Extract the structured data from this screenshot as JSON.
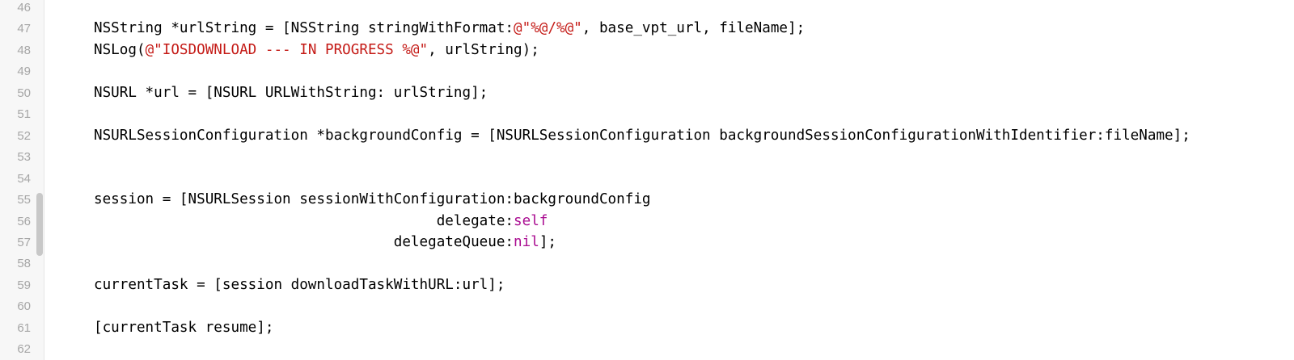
{
  "editor": {
    "colors": {
      "text": "#000000",
      "string": "#c41a16",
      "keyword": "#aa0d91",
      "line_number": "#a6a6a6"
    },
    "lines": [
      {
        "number": "46",
        "segments": []
      },
      {
        "number": "47",
        "segments": [
          {
            "text": "NSString *urlString = [NSString stringWithFormat:",
            "type": "plain"
          },
          {
            "text": "@\"%@/%@\"",
            "type": "string"
          },
          {
            "text": ", base_vpt_url, fileName];",
            "type": "plain"
          }
        ]
      },
      {
        "number": "48",
        "segments": [
          {
            "text": "NSLog(",
            "type": "plain"
          },
          {
            "text": "@\"IOSDOWNLOAD --- IN PROGRESS %@\"",
            "type": "string"
          },
          {
            "text": ", urlString);",
            "type": "plain"
          }
        ]
      },
      {
        "number": "49",
        "segments": []
      },
      {
        "number": "50",
        "segments": [
          {
            "text": "NSURL *url = [NSURL URLWithString: urlString];",
            "type": "plain"
          }
        ]
      },
      {
        "number": "51",
        "segments": []
      },
      {
        "number": "52",
        "segments": [
          {
            "text": "NSURLSessionConfiguration *backgroundConfig = [NSURLSessionConfiguration backgroundSessionConfigurationWithIdentifier:fileName];",
            "type": "plain"
          }
        ]
      },
      {
        "number": "53",
        "segments": []
      },
      {
        "number": "54",
        "segments": []
      },
      {
        "number": "55",
        "segments": [
          {
            "text": "session = [NSURLSession sessionWithConfiguration:backgroundConfig",
            "type": "plain"
          }
        ]
      },
      {
        "number": "56",
        "segments": [
          {
            "text": "                                        delegate:",
            "type": "plain"
          },
          {
            "text": "self",
            "type": "keyword"
          }
        ]
      },
      {
        "number": "57",
        "segments": [
          {
            "text": "                                   delegateQueue:",
            "type": "plain"
          },
          {
            "text": "nil",
            "type": "keyword"
          },
          {
            "text": "];",
            "type": "plain"
          }
        ]
      },
      {
        "number": "58",
        "segments": []
      },
      {
        "number": "59",
        "segments": [
          {
            "text": "currentTask = [session downloadTaskWithURL:url];",
            "type": "plain"
          }
        ]
      },
      {
        "number": "60",
        "segments": []
      },
      {
        "number": "61",
        "segments": [
          {
            "text": "[currentTask resume];",
            "type": "plain"
          }
        ]
      },
      {
        "number": "62",
        "segments": []
      }
    ]
  }
}
